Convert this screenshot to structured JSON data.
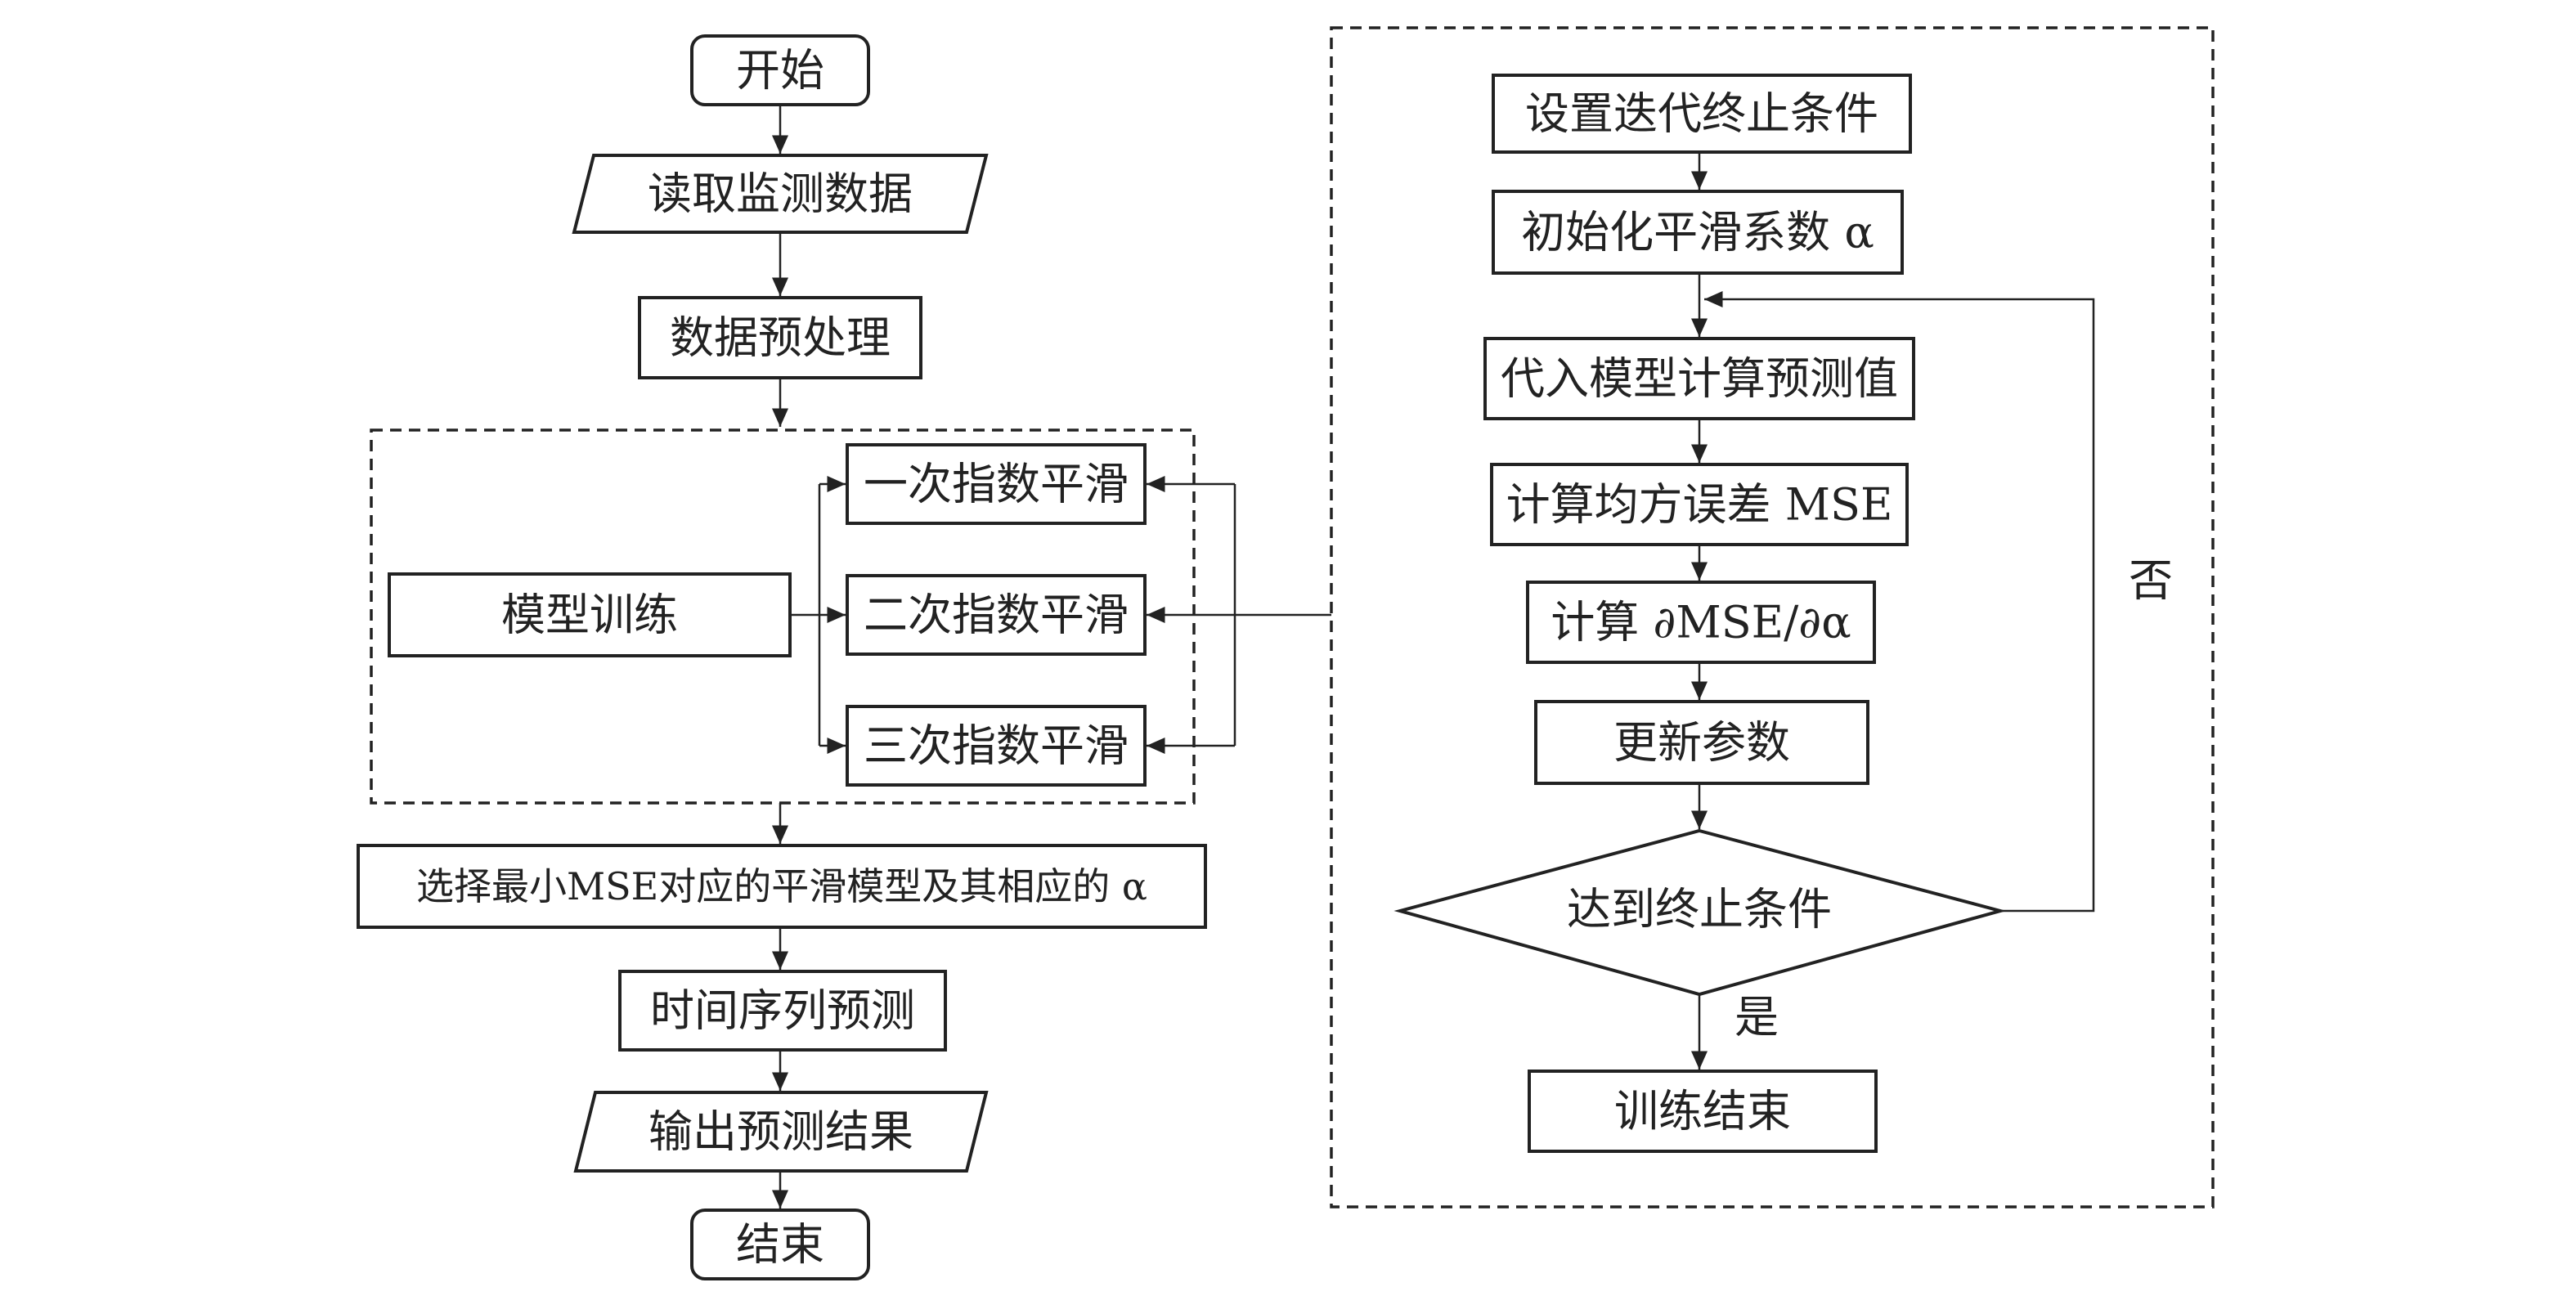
{
  "left_flow": {
    "start": "开始",
    "read_data": "读取监测数据",
    "preprocess": "数据预处理",
    "model_training": "模型训练",
    "single_smoothing": "一次指数平滑",
    "double_smoothing": "二次指数平滑",
    "triple_smoothing": "三次指数平滑",
    "select_model": "选择最小MSE对应的平滑模型及其相应的 α",
    "forecast": "时间序列预测",
    "output_result": "输出预测结果",
    "end": "结束"
  },
  "right_flow": {
    "set_stop_condition": "设置迭代终止条件",
    "init_alpha": "初始化平滑系数 α",
    "compute_prediction": "代入模型计算预测值",
    "compute_mse": "计算均方误差 MSE",
    "compute_gradient": "计算 ∂MSE/∂α",
    "update_params": "更新参数",
    "stop_check": "达到终止条件",
    "yes_label": "是",
    "no_label": "否",
    "training_end": "训练结束"
  }
}
